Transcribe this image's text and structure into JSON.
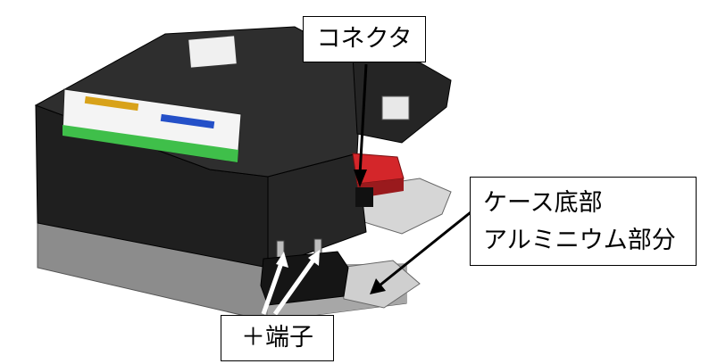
{
  "labels": {
    "connector": "コネクタ",
    "case_bottom_line1": "ケース底部",
    "case_bottom_line2": "アルミニウム部分",
    "positive_terminal": "＋端子"
  },
  "colors": {
    "housing": "#1f1f1f",
    "housing_top": "#2e2e2e",
    "aluminum_base": "#8c8c8c",
    "connector_red": "#d4262a",
    "warning_label_green": "#3fbf4a",
    "warning_label_white": "#f4f4f4"
  }
}
